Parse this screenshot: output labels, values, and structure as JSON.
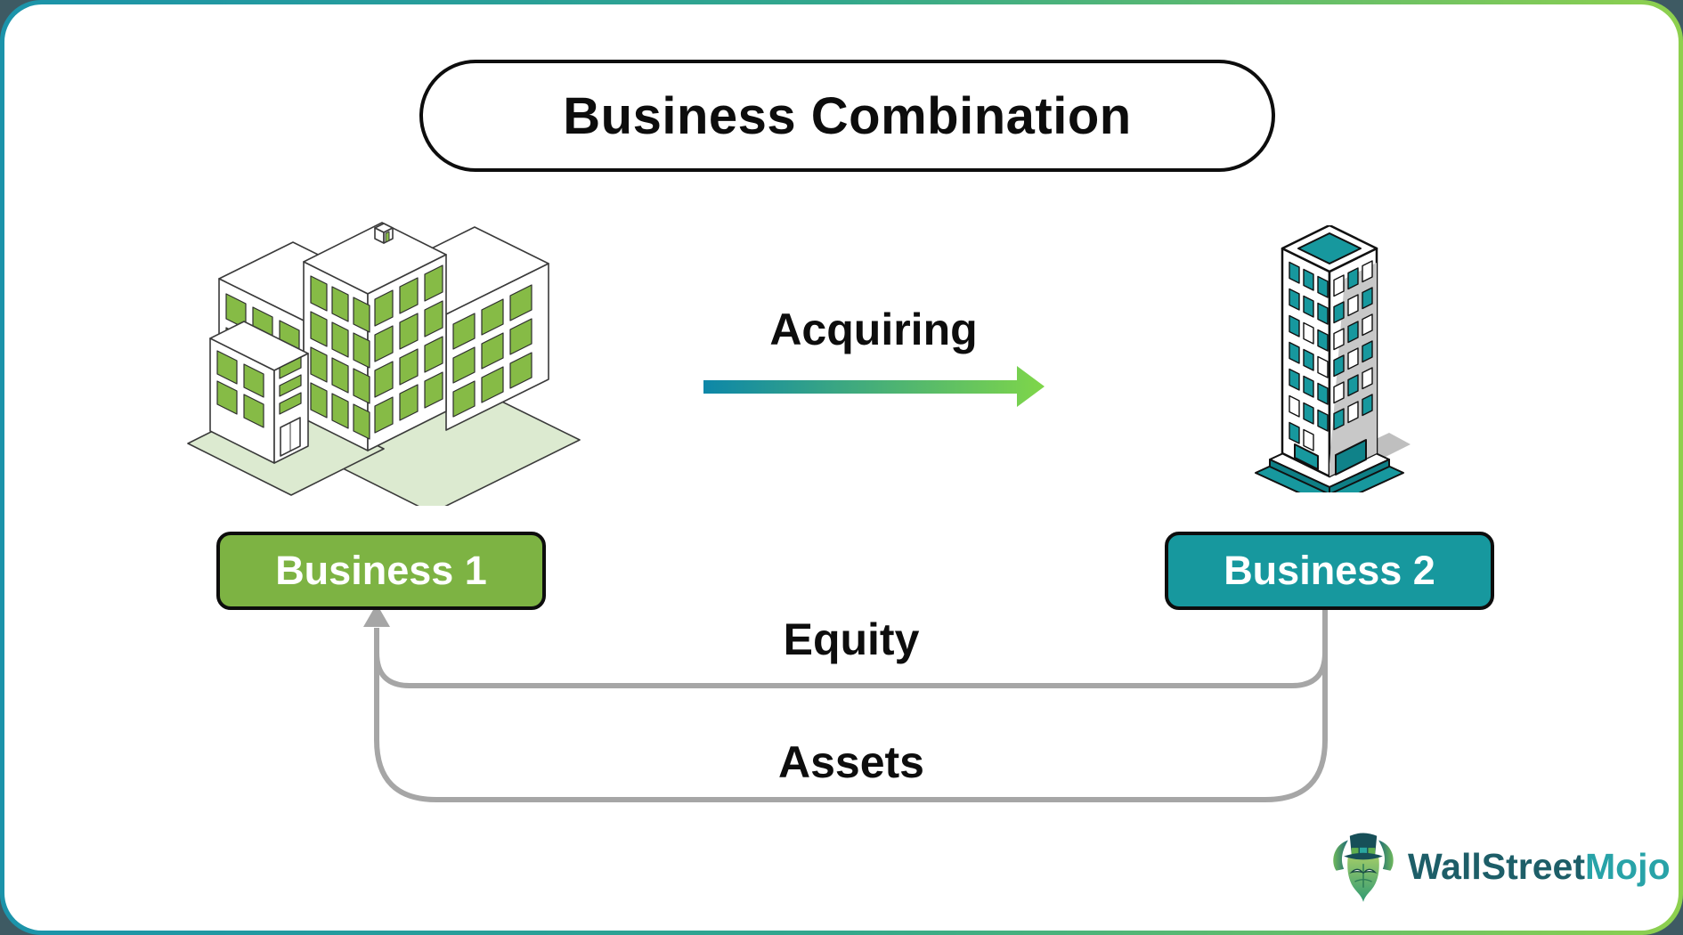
{
  "title": {
    "label": "Business Combination"
  },
  "flow": {
    "acquiring": "Acquiring",
    "equity": "Equity",
    "assets": "Assets"
  },
  "entities": {
    "business1": {
      "label": "Business 1",
      "color": "#7db343"
    },
    "business2": {
      "label": "Business 2",
      "color": "#17989e"
    }
  },
  "branding": {
    "name_left": "WallStreet",
    "name_right": "Mojo"
  },
  "colors": {
    "card_border_gradient_start": "#1b93aa",
    "card_border_gradient_end": "#8ed04e",
    "outer_background": "#3e5a63",
    "arrow_gradient_start": "#0d87a8",
    "arrow_gradient_end": "#7fd649",
    "connector_gray": "#a6a6a6",
    "window_green": "#86bb46",
    "teal": "#17989e",
    "ground_green": "#dcead0",
    "text_black": "#0d0d0d",
    "logo_dark_teal": "#1d5e68",
    "logo_teal": "#28a3a8"
  }
}
